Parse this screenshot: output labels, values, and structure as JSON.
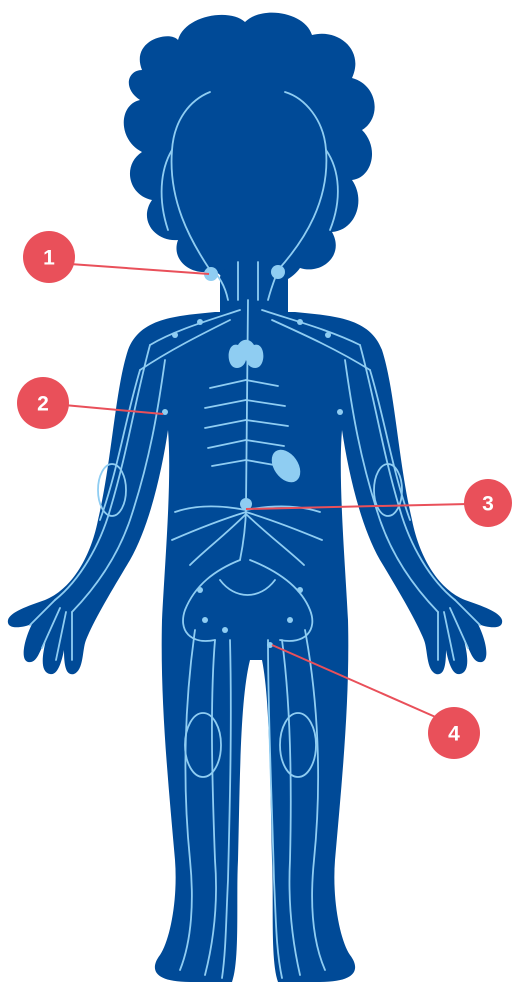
{
  "colors": {
    "background": "#ffffff",
    "body": "#004a97",
    "lymph_vessel": "#8fcdf2",
    "organ": "#8fcdf2",
    "callout": "#e9505a",
    "callout_text": "#ffffff"
  },
  "callouts": [
    {
      "label": "1"
    },
    {
      "label": "2"
    },
    {
      "label": "3"
    },
    {
      "label": "4"
    }
  ]
}
